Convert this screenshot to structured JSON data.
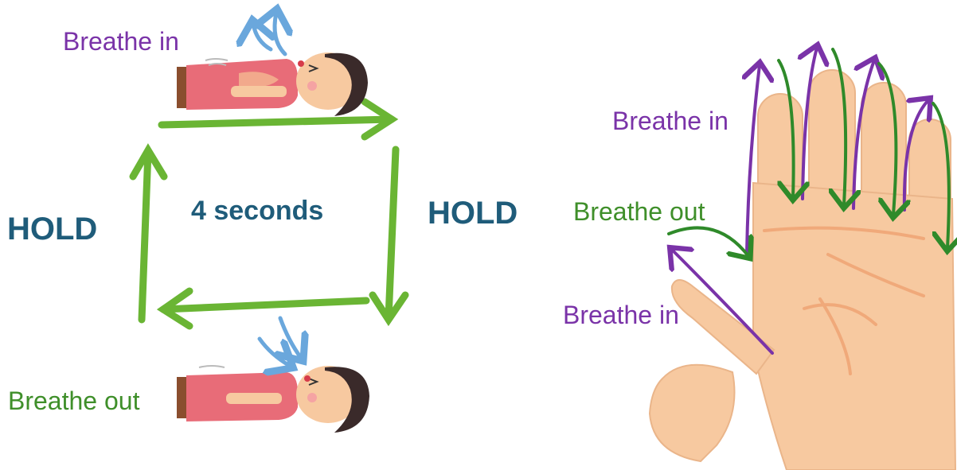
{
  "box_breathing": {
    "top_label": "Breathe in",
    "left_label": "HOLD",
    "right_label": "HOLD",
    "center_label": "4 seconds",
    "bottom_label": "Breathe out"
  },
  "hand_breathing": {
    "label_in_upper": "Breathe in",
    "label_out": "Breathe out",
    "label_in_lower": "Breathe in"
  },
  "colors": {
    "inhale": "#7a33a8",
    "exhale": "#3f8f2a",
    "hold": "#1f5c7a",
    "box_arrow": "#6ab534",
    "air_arrow": "#6aa7dc",
    "skin": "#f7c9a0"
  }
}
